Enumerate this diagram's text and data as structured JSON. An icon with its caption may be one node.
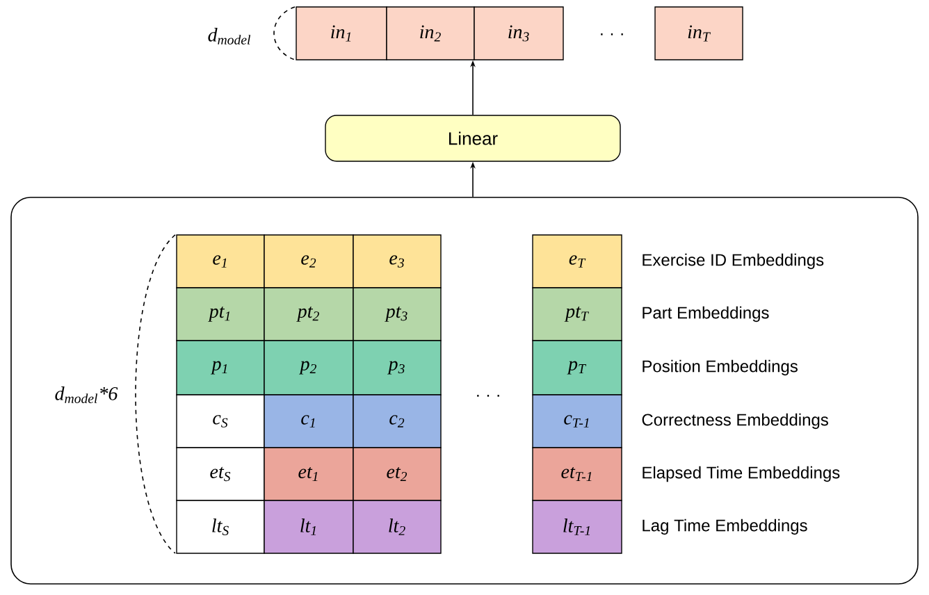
{
  "diagram": {
    "nodes": [
      {
        "text": [
          "in$_{1}$"
        ]
      },
      {
        "text": [
          "in$_{2}$"
        ]
      },
      {
        "text": [
          "in$_{3}$"
        ]
      },
      {
        "text": [
          "in$_{T}$"
        ]
      },
      {
        "text": [
          "Linear"
        ]
      },
      {
        "text": [],
        "shape": "box"
      },
      {
        "text": [
          "e$_{1}$"
        ],
        "in": 5
      },
      {
        "text": [
          "e$_{2}$"
        ],
        "in": 5
      },
      {
        "text": [
          "e$_{3}$"
        ],
        "in": 5
      },
      {
        "text": [
          "e$_{T}$"
        ],
        "in": 5
      },
      {
        "text": [
          "pt$_{1}$"
        ],
        "in": 5
      },
      {
        "text": [
          "pt$_{2}$"
        ],
        "in": 5
      },
      {
        "text": [
          "pt$_{3}$"
        ],
        "in": 5
      },
      {
        "text": [
          "pt$_{T}$"
        ],
        "in": 5
      },
      {
        "text": [
          "p$_{1}$"
        ],
        "in": 5
      },
      {
        "text": [
          "p$_{2}$"
        ],
        "in": 5
      },
      {
        "text": [
          "p$_{3}$"
        ],
        "in": 5
      },
      {
        "text": [
          "p$_{T}$"
        ],
        "in": 5
      },
      {
        "text": [
          "c$_{S}$"
        ],
        "in": 5
      },
      {
        "text": [
          "c$_{1}$"
        ],
        "in": 5
      },
      {
        "text": [
          "c$_{2}$"
        ],
        "in": 5
      },
      {
        "text": [
          "c$_{T-1}$"
        ],
        "in": 5
      },
      {
        "text": [
          "et$_{S}$"
        ],
        "in": 5
      },
      {
        "text": [
          "et$_{1}$"
        ],
        "in": 5
      },
      {
        "text": [
          "et$_{2}$"
        ],
        "in": 5
      },
      {
        "text": [
          "et$_{T-1}$"
        ],
        "in": 5
      },
      {
        "text": [
          "lt$_{S}$"
        ],
        "in": 5
      },
      {
        "text": [
          "lt$_{1}$"
        ],
        "in": 5
      },
      {
        "text": [
          "lt$_{2}$"
        ],
        "in": 5
      },
      {
        "text": [
          "lt$_{T-1}$"
        ],
        "in": 5
      }
    ],
    "edges": [
      {
        "from": 5,
        "to": 4,
        "arrow": "to"
      },
      {
        "from": 4,
        "to": 2,
        "arrow": "to"
      }
    ],
    "labels": [
      "d$_{model}$",
      "· · ·",
      "d$_{model}$*6",
      "· · ·",
      "Exercise ID Embeddings",
      "Part Embeddings",
      "Position Embeddings",
      "Correctness Embeddings",
      "Elapsed Time Embeddings",
      "Lag Time Embeddings"
    ]
  }
}
